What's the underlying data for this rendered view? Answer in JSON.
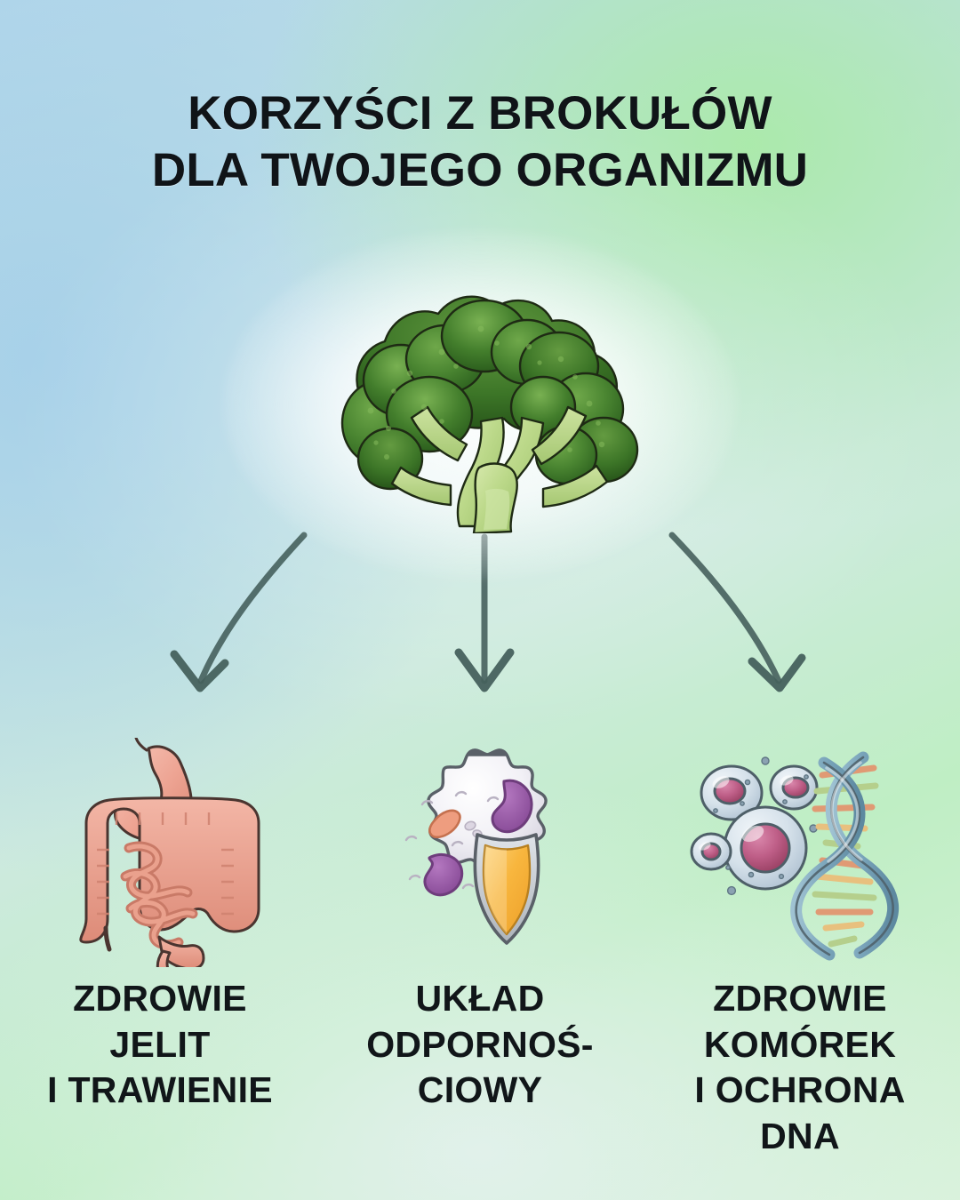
{
  "poster": {
    "language": "pl",
    "background": {
      "top_left_color": "#aed3e8",
      "top_right_color": "#b9edc0",
      "bottom_left_color": "#e3eef2",
      "bottom_right_color": "#d6f0d8"
    }
  },
  "title": {
    "line1": "KORZYŚCI Z BROKUŁÓW",
    "line2": "DLA TWOJEGO ORGANIZMU",
    "color": "#101418"
  },
  "hero": {
    "icon_name": "broccoli-illustration",
    "floret_color": "#3f7a2c",
    "floret_dark_color": "#2c5a1e",
    "stalk_color": "#bcd98a",
    "outline_color": "#1e2a14",
    "glow_color": "#ffffff"
  },
  "arrows": {
    "color": "#46615d",
    "items": [
      {
        "name": "arrow-to-gut-health",
        "shape": "curve-left"
      },
      {
        "name": "arrow-to-immune-system",
        "shape": "straight-down"
      },
      {
        "name": "arrow-to-cell-health",
        "shape": "curve-right"
      }
    ]
  },
  "benefits": [
    {
      "icon_name": "digestive-system-icon",
      "icon_colors": {
        "organ": "#eda392",
        "organ_light": "#f6c4b6",
        "outline": "#4a3530"
      },
      "label_lines": [
        "ZDROWIE",
        "JELIT",
        "I TRAWIENIE"
      ]
    },
    {
      "icon_name": "white-blood-cell-with-shield-icon",
      "icon_colors": {
        "cell": "#f2f1f6",
        "nucleus": "#9a5aa8",
        "shield": "#f7b63f",
        "shield_border": "#b8bcc2",
        "outline": "#5a6068"
      },
      "label_lines": [
        "UKŁAD",
        "ODPORNOŚ-",
        "CIOWY"
      ]
    },
    {
      "icon_name": "cells-and-dna-icon",
      "icon_colors": {
        "cell_membrane": "#cdd9e4",
        "nucleus": "#b4557f",
        "dna_strand": "#7fa8bc",
        "dna_rung_warm": "#e09a74",
        "dna_rung_cool": "#b5cf8c",
        "outline": "#4e5f68"
      },
      "label_lines": [
        "ZDROWIE",
        "KOMÓREK",
        "I OCHRONA",
        "DNA"
      ]
    }
  ],
  "label_color": "#111619"
}
